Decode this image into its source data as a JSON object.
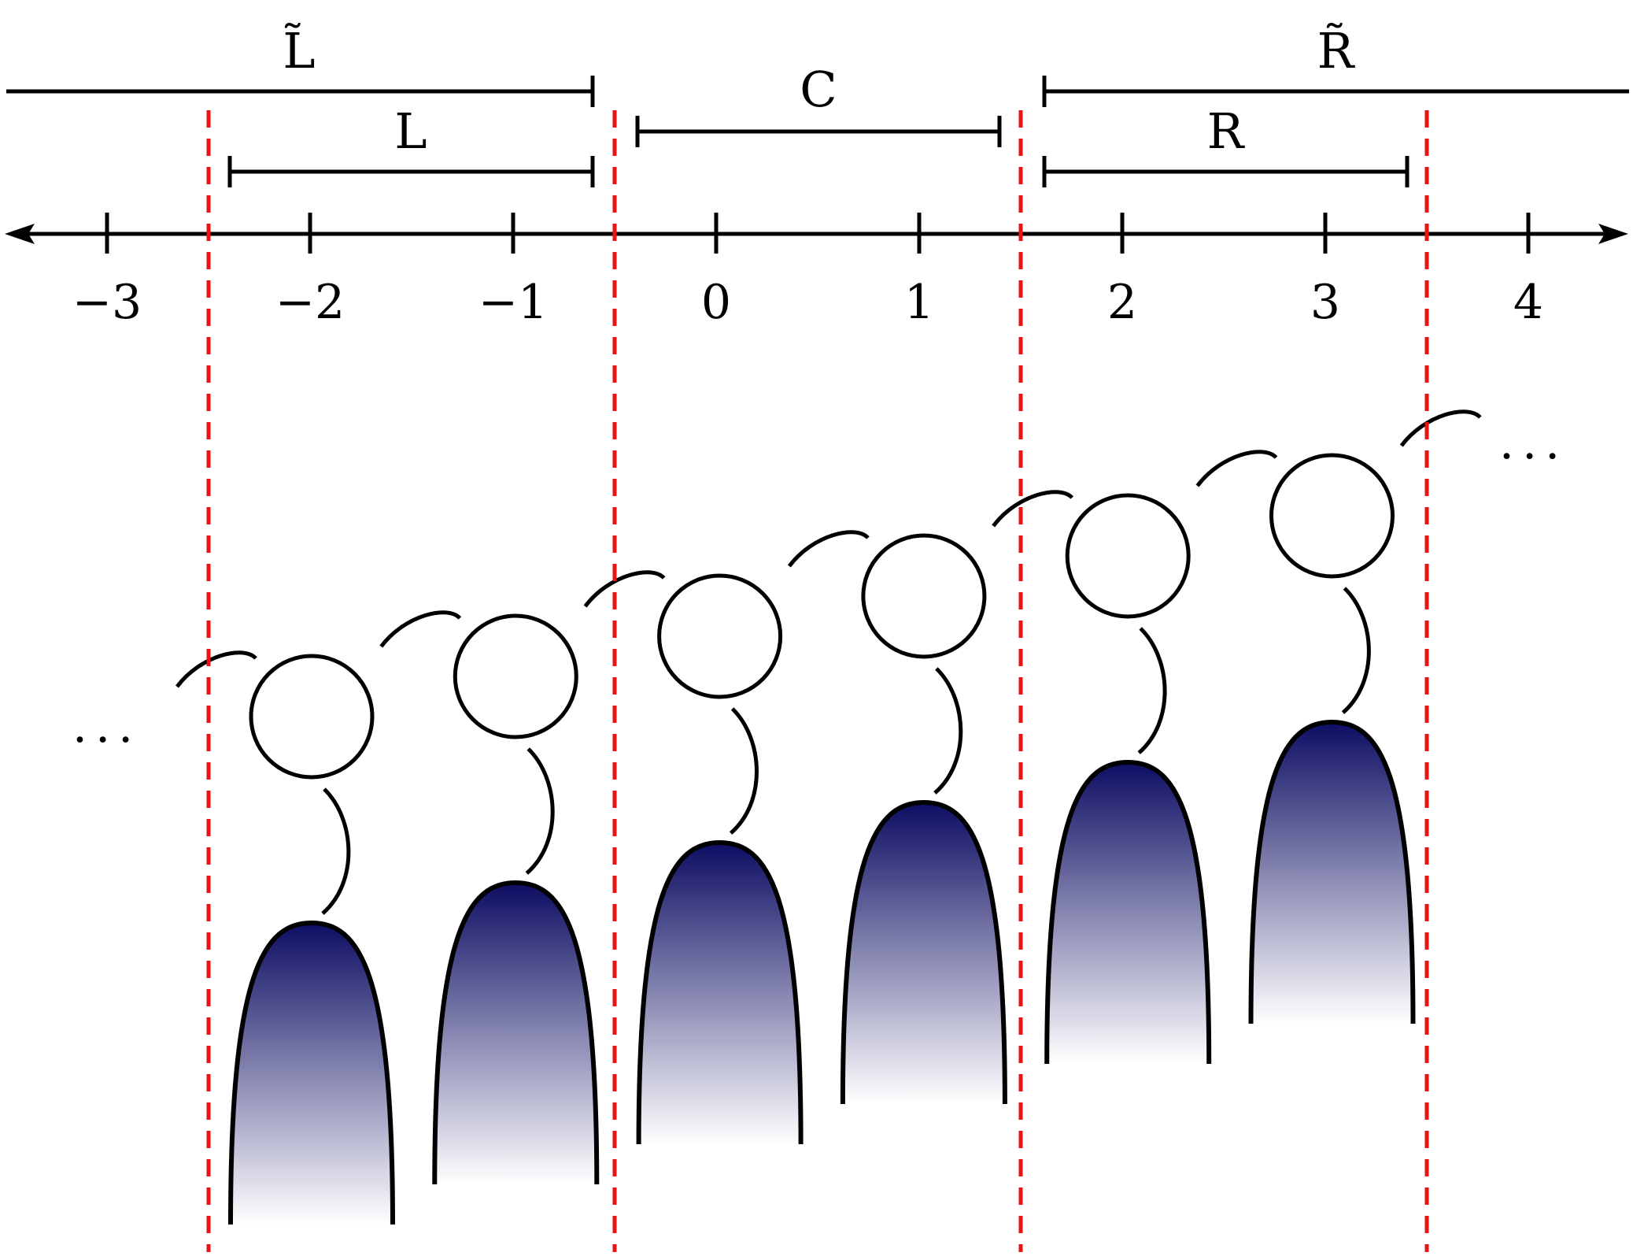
{
  "regions": {
    "L_tilde": "L̃",
    "L": "L",
    "C": "C",
    "R": "R",
    "R_tilde": "R̃"
  },
  "axis": {
    "ticks": [
      -3,
      -2,
      -1,
      0,
      1,
      2,
      3,
      4
    ],
    "tick_labels": [
      "−3",
      "−2",
      "−1",
      "0",
      "1",
      "2",
      "3",
      "4"
    ]
  },
  "cuts": [
    -2.5,
    -0.5,
    1.5,
    3.5
  ],
  "ellipsis_left": "···",
  "ellipsis_right": "···",
  "colors": {
    "cut_line": "#ee1111",
    "gradient_top": "#0d0d63",
    "gradient_bottom": "#ffffff",
    "ink": "#000000"
  }
}
